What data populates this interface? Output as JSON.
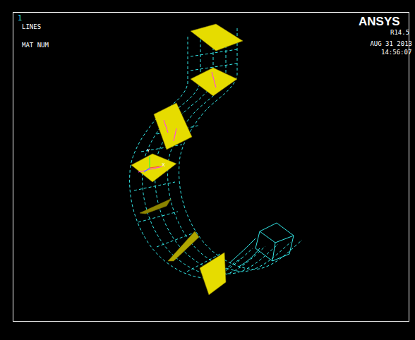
{
  "diagram": {
    "labels": [
      "1",
      "LINES",
      "MAT NUM",
      "ANSYS",
      "R14.5",
      "AUG 31 2013",
      "14:56:07",
      "Y",
      "X"
    ]
  }
}
